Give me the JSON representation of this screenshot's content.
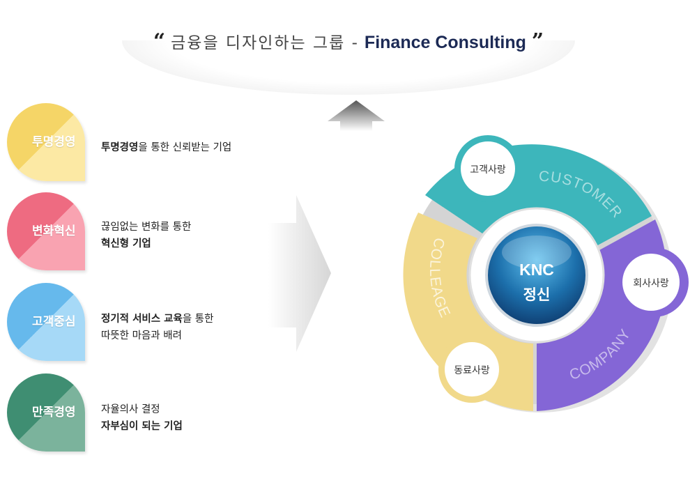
{
  "banner": {
    "quote_open": "“",
    "korean": "금융을 디자인하는 그룹 -",
    "english": "Finance Consulting",
    "quote_close": "”"
  },
  "values": [
    {
      "label": "투명경영",
      "color_top": "#f5d567",
      "color_bottom": "#fce9a4",
      "line1_bold": "투명경영",
      "line1_rest": "을 통한 신뢰받는 기업",
      "line2_bold": "",
      "line2_rest": ""
    },
    {
      "label": "변화혁신",
      "color_top": "#ee6b81",
      "color_bottom": "#f9a3b1",
      "line1_bold": "",
      "line1_rest": "끊임없는 변화를 통한",
      "line2_bold": "혁신형 기업",
      "line2_rest": ""
    },
    {
      "label": "고객중심",
      "color_top": "#66b9ec",
      "color_bottom": "#a6d9f7",
      "line1_bold": "정기적 서비스 교육",
      "line1_rest": "을 통한",
      "line2_bold": "",
      "line2_rest": "따뜻한 마음과 배려"
    },
    {
      "label": "만족경영",
      "color_top": "#3f8e72",
      "color_bottom": "#7bb39c",
      "line1_bold": "",
      "line1_rest": "자율의사 결정",
      "line2_bold": "자부심이 되는 기업",
      "line2_rest": ""
    }
  ],
  "ring": {
    "center_line1": "KNC",
    "center_line2": "정신",
    "segments": [
      {
        "label": "CUSTOMER",
        "color": "#3db6bb"
      },
      {
        "label": "COMPANY",
        "color": "#8466d6"
      },
      {
        "label": "COLLEAGE",
        "color": "#f1d98a"
      }
    ],
    "nodes": [
      {
        "label": "고객사랑"
      },
      {
        "label": "회사사랑"
      },
      {
        "label": "동료사랑"
      }
    ]
  }
}
